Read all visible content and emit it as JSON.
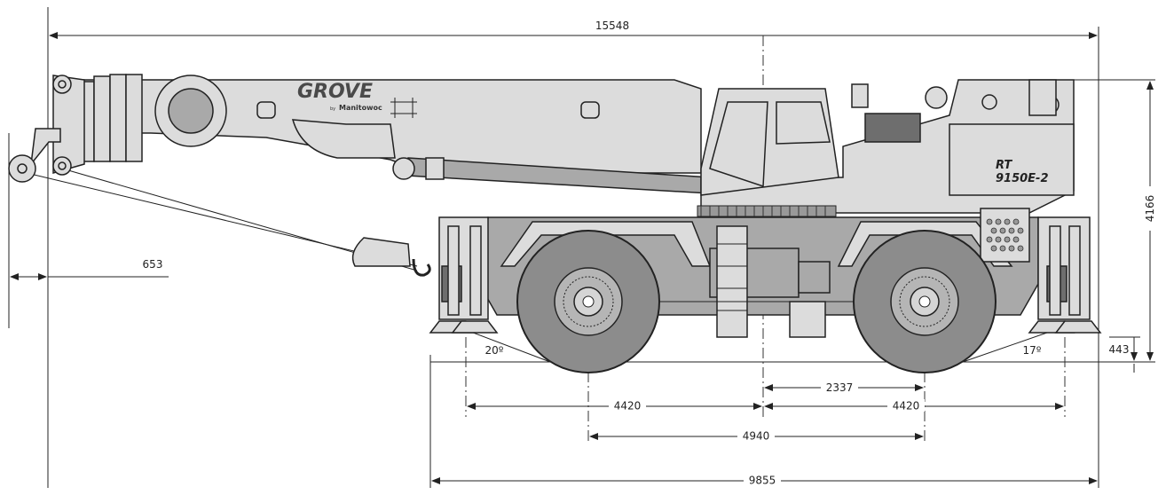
{
  "brand": {
    "name": "GROVE",
    "sub": "Manitowoc",
    "sub_prefix": "by"
  },
  "model": {
    "line1": "RT",
    "line2": "9150E-2"
  },
  "dimensions": {
    "overall_length": "15548",
    "hook_overhang": "653",
    "height": "4166",
    "ground_clearance": "443",
    "approach_angle": "20º",
    "departure_angle": "17º",
    "rear_axle_to_center": "2337",
    "outrigger_left": "4420",
    "outrigger_right": "4420",
    "wheelbase": "4940",
    "carrier_length": "9855"
  },
  "colors": {
    "light": "#dcdcdc",
    "medium": "#a9a9a9",
    "dark": "#6e6e6e",
    "line": "#222222"
  }
}
